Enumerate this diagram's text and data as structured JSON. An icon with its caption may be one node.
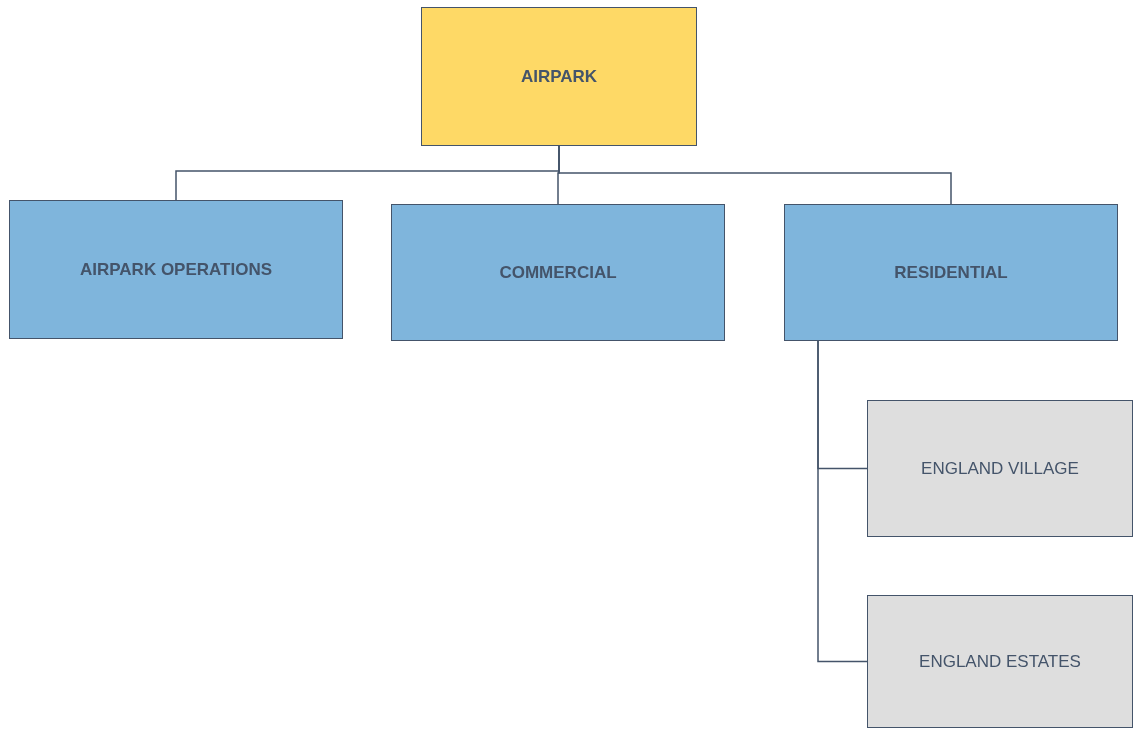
{
  "diagram": {
    "nodes": [
      {
        "text": [
          "AIRPARK"
        ]
      },
      {
        "text": [
          "AIRPARK OPERATIONS"
        ]
      },
      {
        "text": [
          "COMMERCIAL"
        ]
      },
      {
        "text": [
          "RESIDENTIAL"
        ]
      },
      {
        "text": [
          "ENGLAND VILLAGE"
        ]
      },
      {
        "text": [
          "ENGLAND ESTATES"
        ]
      }
    ],
    "edges": [
      {
        "from": 0,
        "to": 1,
        "arrow": "none"
      },
      {
        "from": 0,
        "to": 2,
        "arrow": "none"
      },
      {
        "from": 0,
        "to": 3,
        "arrow": "none"
      },
      {
        "from": 3,
        "to": 4,
        "arrow": "none"
      },
      {
        "from": 3,
        "to": 5,
        "arrow": "none"
      }
    ]
  }
}
